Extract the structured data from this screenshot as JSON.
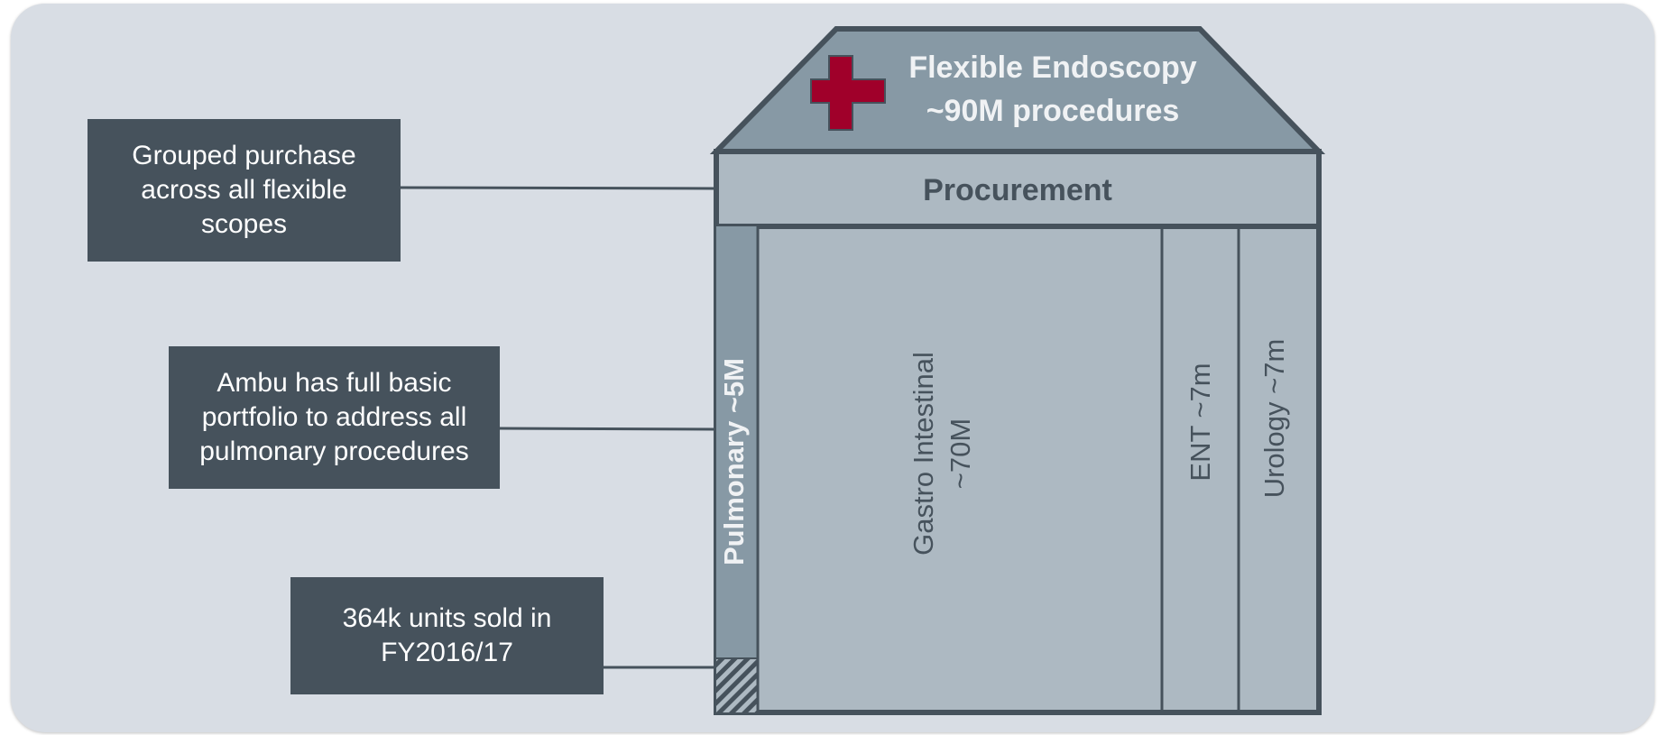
{
  "callouts": {
    "grouped": "Grouped purchase across all flexible scopes",
    "ambu": "Ambu has full basic portfolio to address all pulmonary procedures",
    "units": "364k units sold in FY2016/17"
  },
  "house": {
    "roof_title_line1": "Flexible Endoscopy",
    "roof_title_line2": "~90M procedures",
    "procurement": "Procurement",
    "pulmonary": "Pulmonary ~5M",
    "gastro_line1": "Gastro Intestinal",
    "gastro_line2": "~70M",
    "ent": "ENT ~7m",
    "urology": "Urology  ~7m"
  },
  "icons": {
    "roof_icon": "medical-cross-icon"
  },
  "colors": {
    "panel_bg": "#d8dde4",
    "callout_bg": "#46525c",
    "roof_fill": "#8799a5",
    "body_fill": "#adb9c2",
    "outline": "#46525c",
    "cross": "#a0002a"
  }
}
